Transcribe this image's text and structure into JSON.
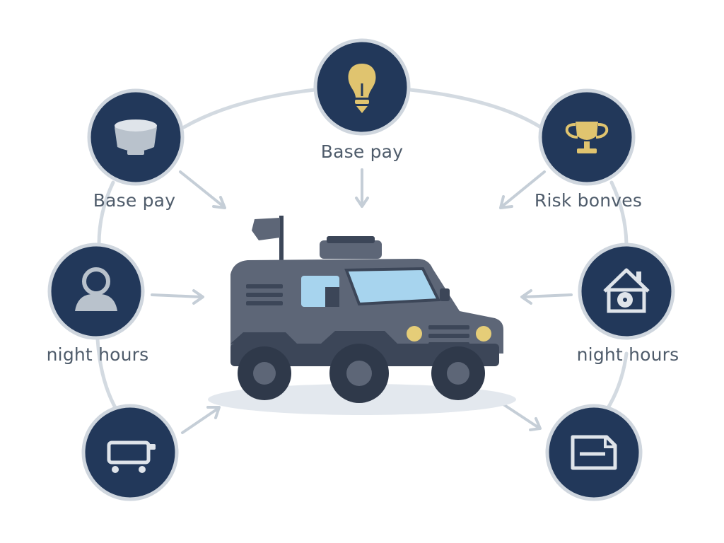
{
  "colors": {
    "circle_fill": "#22385a",
    "circle_ring": "#cfd6de",
    "connector": "#d3dae1",
    "arrow": "#c5ced7",
    "icon_light": "#dfe4ea",
    "icon_gold": "#e0c46f",
    "vehicle_body": "#5d6677",
    "vehicle_dark": "#3c4658",
    "windshield": "#a7d4ee",
    "headlight": "#e5cd78",
    "shadow": "#e3e8ee",
    "label": "#4f5c6b"
  },
  "nodes": {
    "top": {
      "label": "Base pay",
      "icon": "lightbulb-icon"
    },
    "upper_left": {
      "label": "Base pay",
      "icon": "bowl-icon"
    },
    "upper_right": {
      "label": "Risk bonves",
      "icon": "trophy-icon"
    },
    "mid_left": {
      "label": "night hours",
      "icon": "person-icon"
    },
    "mid_right": {
      "label": "night hours",
      "icon": "house-icon"
    },
    "lower_left": {
      "icon": "cart-icon"
    },
    "lower_right": {
      "icon": "document-icon"
    }
  },
  "center": {
    "icon": "armored-vehicle-icon"
  }
}
